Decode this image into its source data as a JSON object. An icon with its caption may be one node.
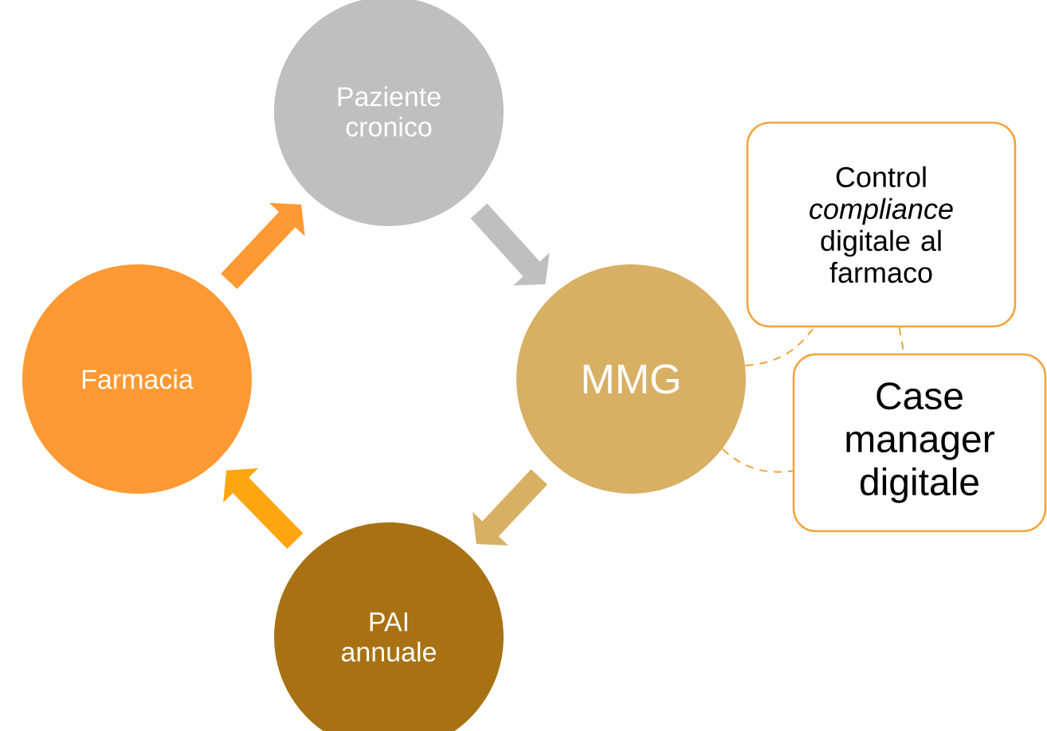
{
  "diagram": {
    "nodes": [
      {
        "text": [
          "Paziente cronico"
        ]
      },
      {
        "text": [
          "Farmacia"
        ]
      },
      {
        "text": [
          "MMG"
        ]
      },
      {
        "text": [
          "PAI annuale"
        ]
      },
      {
        "text": [
          "Control *compliance* digitale al farmaco"
        ]
      },
      {
        "text": [
          "Case manager digitale"
        ]
      }
    ],
    "edges": [
      {
        "from": 0,
        "to": 2,
        "arrow": "to",
        "color": "#bfbfbf"
      },
      {
        "from": 2,
        "to": 3,
        "arrow": "to",
        "color": "#d8b064"
      },
      {
        "from": 3,
        "to": 1,
        "arrow": "to",
        "color": "#ffa50f"
      },
      {
        "from": 1,
        "to": 0,
        "arrow": "to",
        "color": "#ff9933"
      },
      {
        "from": 2,
        "to": 4,
        "arrow": "none",
        "style": "dashed",
        "color": "#f5a33a"
      },
      {
        "from": 4,
        "to": 5,
        "arrow": "none",
        "style": "dashed",
        "color": "#f5a33a"
      },
      {
        "from": 2,
        "to": 5,
        "arrow": "none",
        "style": "dashed",
        "color": "#f5a33a"
      }
    ]
  }
}
